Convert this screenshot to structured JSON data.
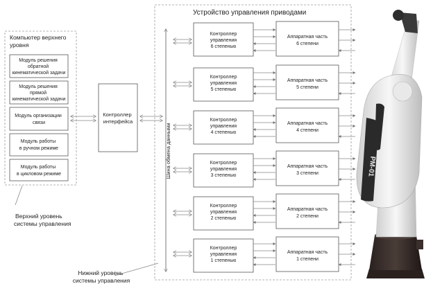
{
  "top_level": {
    "title": [
      "Компьютер верхнего",
      "уровня"
    ],
    "modules": [
      [
        "Модуль решения",
        "обратной",
        "кинематической задачи"
      ],
      [
        "Модуль решения",
        "прямой",
        "кинематической задачи"
      ],
      [
        "Модуль организации",
        "связи"
      ],
      [
        "Модуль работы",
        "в ручном режиме"
      ],
      [
        "Модуль работы",
        "в цикловом режиме"
      ]
    ]
  },
  "interface_controller": [
    "Контроллер",
    "интерфейса"
  ],
  "data_bus": "Шина обмена данными",
  "drive_device_title": "Устройство управления приводами",
  "controllers": [
    [
      "Контроллер",
      "управления",
      "6 степенью"
    ],
    [
      "Контроллер",
      "управления",
      "5 степенью"
    ],
    [
      "Контроллер",
      "управления",
      "4 степенью"
    ],
    [
      "Контроллер",
      "управления",
      "3 степенью"
    ],
    [
      "Контроллер",
      "управления",
      "2 степенью"
    ],
    [
      "Контроллер",
      "управления",
      "1 степенью"
    ]
  ],
  "hardware": [
    [
      "Аппаратная часть",
      "6 степени"
    ],
    [
      "Аппаратная часть",
      "5 степени"
    ],
    [
      "Аппаратная часть",
      "4 степени"
    ],
    [
      "Аппаратная часть",
      "3 степени"
    ],
    [
      "Аппаратная часть",
      "2 степени"
    ],
    [
      "Аппаратная часть",
      "1 степени"
    ]
  ],
  "upper_level_label": [
    "Верхний уровень",
    "системы управления"
  ],
  "lower_level_label": [
    "Нижний уровень",
    "системы управления"
  ],
  "robot": {
    "logo": "PM-01",
    "colors": {
      "body": "#f2f2f2",
      "dark": "#2a2a2a",
      "base": "#3a2f2c"
    }
  }
}
